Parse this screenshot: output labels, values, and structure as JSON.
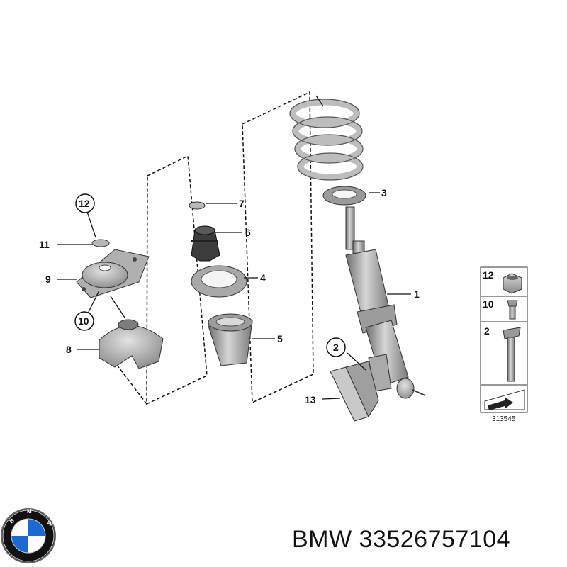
{
  "callouts": {
    "c1": "1",
    "c2": "2",
    "c3": "3",
    "c4": "4",
    "c5": "5",
    "c6": "6",
    "c7": "7",
    "c8": "8",
    "c9": "9",
    "c10": "10",
    "c11": "11",
    "c12": "12",
    "c13": "13"
  },
  "legend": {
    "row_a": "12",
    "row_b": "10",
    "row_c": "2",
    "code": "313545"
  },
  "logo": {
    "text": "BMW",
    "colors": {
      "blue": "#1c69d4",
      "ring": "#111111"
    }
  },
  "caption": {
    "text": "BMW 33526757104"
  }
}
